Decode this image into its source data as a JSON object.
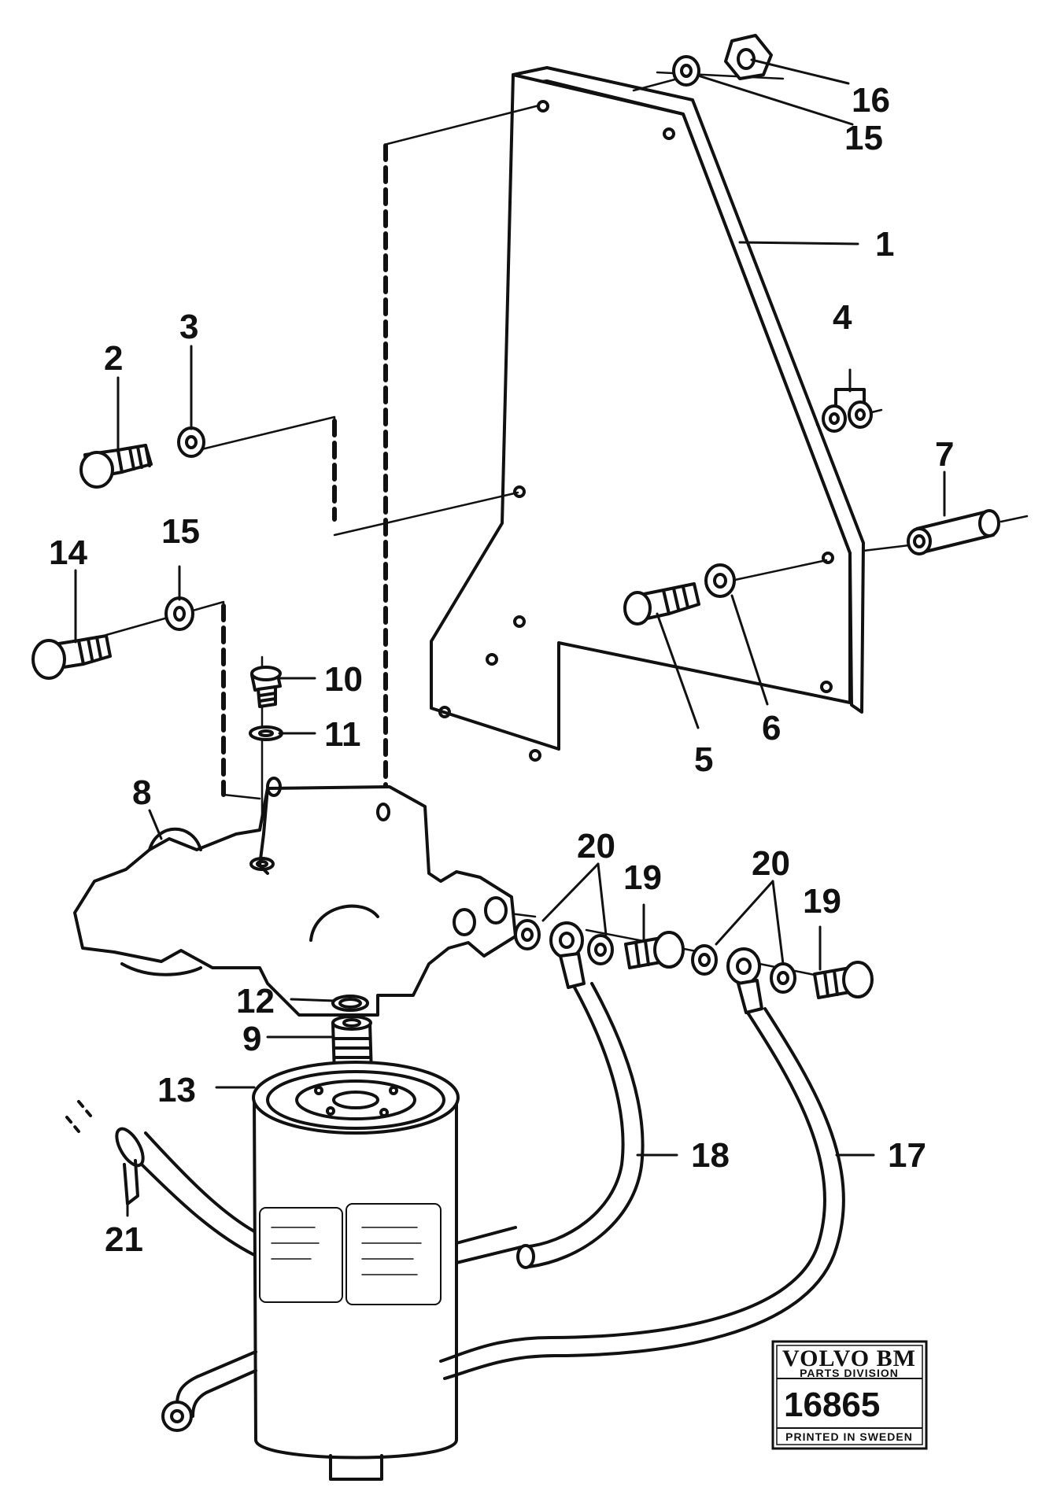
{
  "callouts": {
    "c1": "1",
    "c2": "2",
    "c3": "3",
    "c4": "4",
    "c5": "5",
    "c6": "6",
    "c7": "7",
    "c8": "8",
    "c9": "9",
    "c10": "10",
    "c11": "11",
    "c12": "12",
    "c13": "13",
    "c14": "14",
    "c15a": "15",
    "c15b": "15",
    "c16": "16",
    "c17": "17",
    "c18": "18",
    "c19a": "19",
    "c19b": "19",
    "c20a": "20",
    "c20b": "20",
    "c21": "21"
  },
  "stamp": {
    "brand": "VOLVO BM",
    "division": "PARTS DIVISION",
    "number": "16865",
    "printed": "PRINTED IN SWEDEN"
  }
}
